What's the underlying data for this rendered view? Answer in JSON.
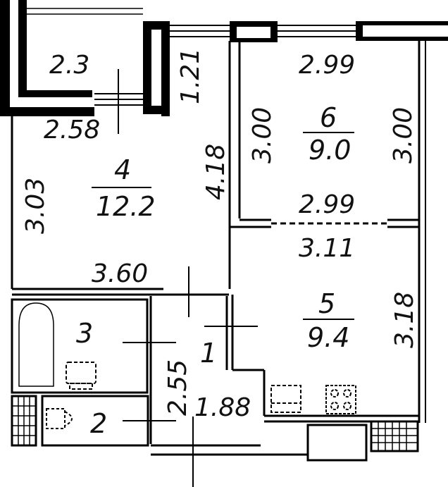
{
  "plan": {
    "rooms": [
      {
        "id": "balcony",
        "area": "2.3"
      },
      {
        "id": "4",
        "number": "4",
        "area": "12.2"
      },
      {
        "id": "6",
        "number": "6",
        "area": "9.0"
      },
      {
        "id": "5",
        "number": "5",
        "area": "9.4"
      },
      {
        "id": "3",
        "number": "3"
      },
      {
        "id": "2",
        "number": "2"
      },
      {
        "id": "1",
        "number": "1"
      }
    ],
    "dimensions": {
      "balcony_width": "2.58",
      "balcony_depth": "1.21",
      "room4_height": "3.03",
      "room4_right_height": "4.18",
      "room4_width": "3.60",
      "room6_top": "2.99",
      "room6_bottom": "2.99",
      "room6_left": "3.00",
      "room6_right": "3.00",
      "room5_top": "3.11",
      "room5_right": "3.18",
      "hall_height": "2.55",
      "hall_width": "1.88"
    },
    "colors": {
      "wall": "#000000",
      "background": "#ffffff",
      "line": "#111111"
    }
  }
}
